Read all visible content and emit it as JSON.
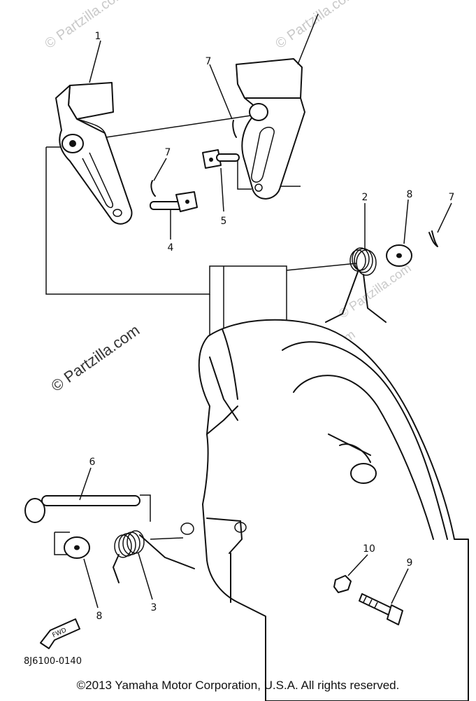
{
  "callouts": {
    "c1": "1",
    "c2": "2",
    "c3": "3",
    "c4": "4",
    "c5": "5",
    "c6": "6",
    "c7a": "7",
    "c7b": "7",
    "c7c": "7",
    "c8a": "8",
    "c8b": "8",
    "c9": "9",
    "c10": "10"
  },
  "watermarks": {
    "w1": "© Partzilla.com",
    "w2": "© Partzilla.com",
    "w3": "© Partzilla.com",
    "main": "© Partzilla.com",
    "w4": "© Partzilla.com"
  },
  "fwd_label": "FWD",
  "diagram_code": "8J6100-0140",
  "copyright": "©2013  Yamaha Motor Corporation, U.S.A. All rights reserved."
}
